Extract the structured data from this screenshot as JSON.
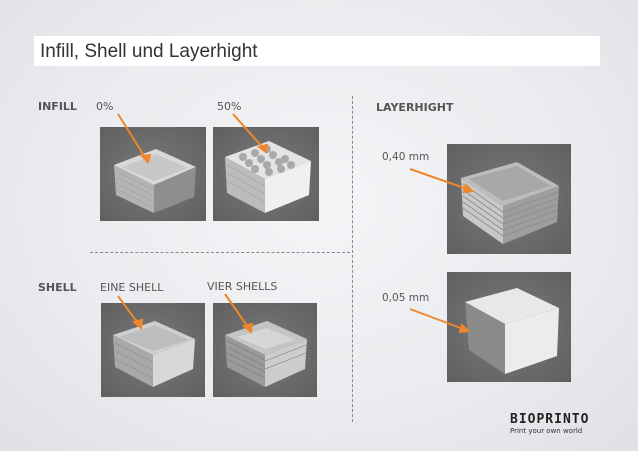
{
  "slide": {
    "title": "Infill, Shell und Layerhight"
  },
  "infill": {
    "heading": "INFILL",
    "label_0": "0%",
    "label_50": "50%"
  },
  "shell": {
    "heading": "SHELL",
    "label_one": "EINE SHELL",
    "label_four": "VIER SHELLS"
  },
  "layerhight": {
    "heading": "LAYERHIGHT",
    "label_040": "0,40 mm",
    "label_005": "0,05 mm"
  },
  "logo": {
    "word": "BIOPRINTO",
    "tagline": "Print your own world"
  },
  "colors": {
    "accent_arrow": "#f0862c",
    "title_bar": "#ffffff",
    "photo_bg": "#6e6e6e"
  }
}
